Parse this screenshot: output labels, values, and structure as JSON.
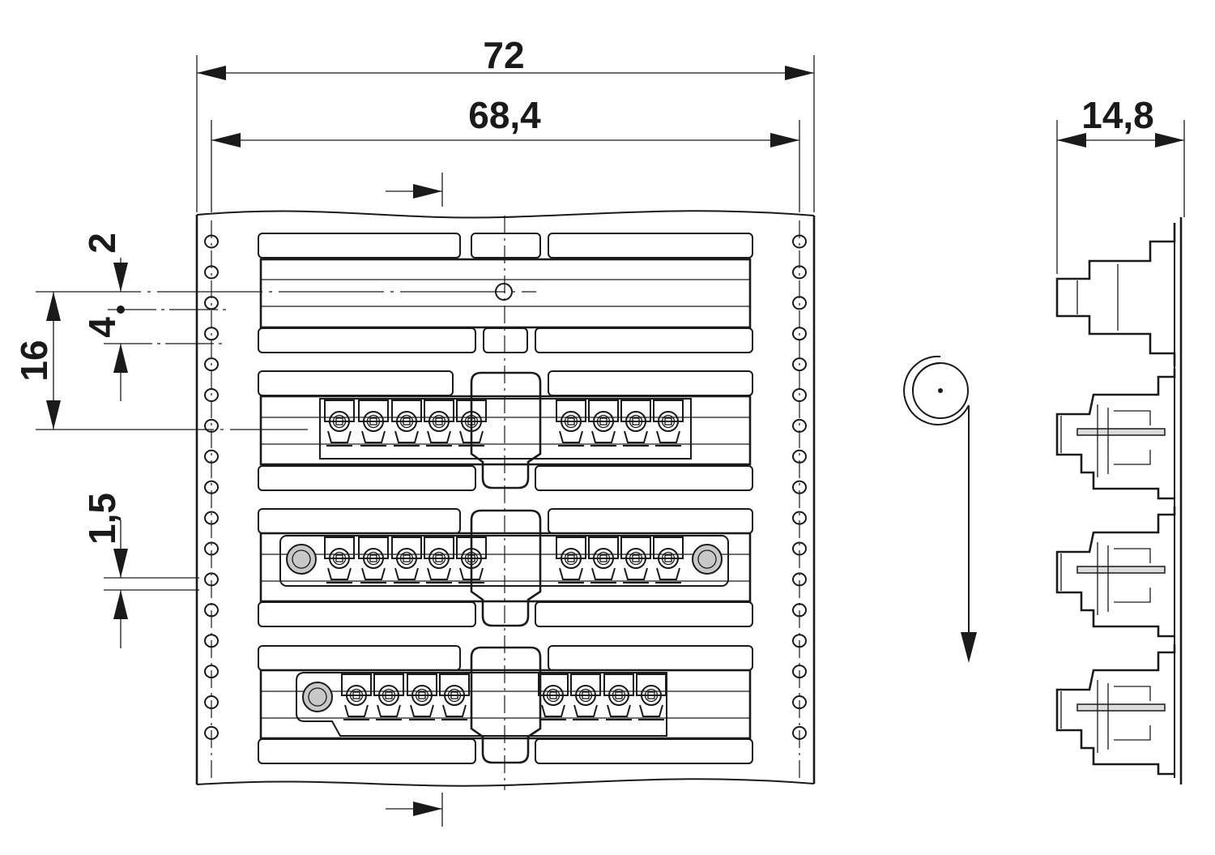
{
  "dimensions": {
    "overall_width": "72",
    "inner_width": "68,4",
    "side_depth": "14,8",
    "top_offset": "2",
    "hole_pitch": "4",
    "row_pitch": "16",
    "hole_offset": "1,5"
  },
  "icons": {
    "reel": "reel-direction-icon",
    "feed_arrow": "feed-direction-arrow-icon"
  },
  "colors": {
    "line": "#1a1a1a",
    "fill_grey": "#c8c8c8"
  }
}
